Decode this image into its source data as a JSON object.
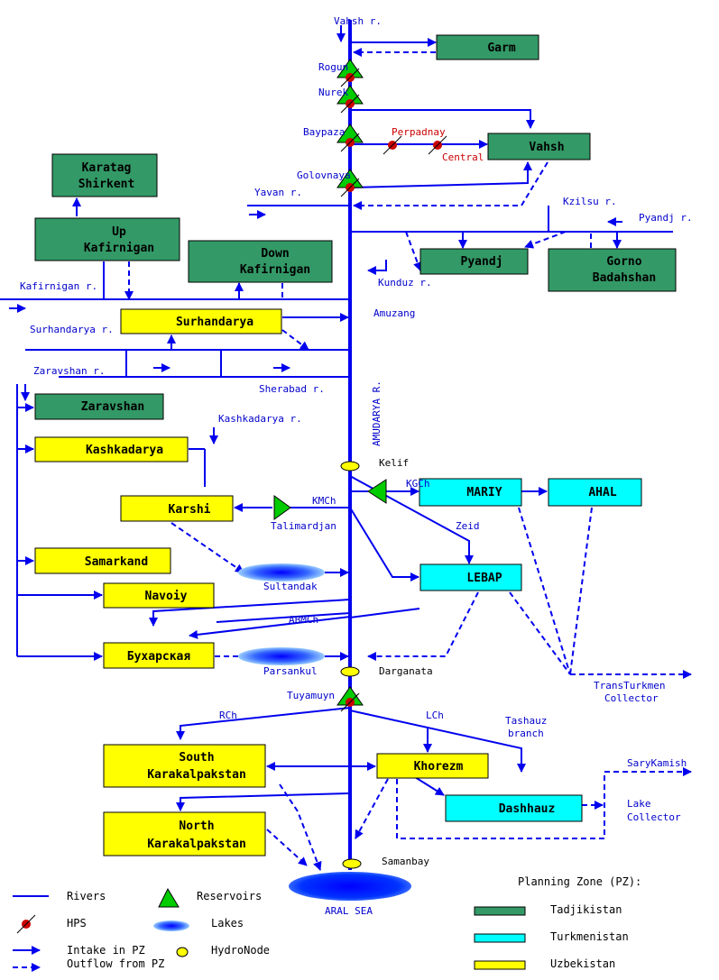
{
  "zones": {
    "garm": "Garm",
    "vahsh": "Vahsh",
    "karatag_1": "Karatag",
    "karatag_2": "Shirkent",
    "up_kaf_1": "Up",
    "up_kaf_2": "Kafirnigan",
    "down_kaf_1": "Down",
    "down_kaf_2": "Kafirnigan",
    "pyandj": "Pyandj",
    "gorno_1": "Gorno",
    "gorno_2": "Badahshan",
    "surhandarya": "Surhandarya",
    "zaravshan": "Zaravshan",
    "kashkadarya": "Kashkadarya",
    "karshi": "Karshi",
    "samarkand": "Samarkand",
    "navoiy": "Navoiy",
    "buharskaya": "Бухарская",
    "mariy": "MARIY",
    "ahal": "AHAL",
    "lebap": "LEBAP",
    "south_kk_1": "South",
    "south_kk_2": "Karakalpakstan",
    "north_kk_1": "North",
    "north_kk_2": "Karakalpakstan",
    "khorezm": "Khorezm",
    "dashhauz": "Dashhauz"
  },
  "labels": {
    "vahsh_r": "Vahsh r.",
    "rogun": "Rogun",
    "nurek": "Nurek",
    "baypaza": "Baypaza",
    "perpadnay": "Perpadnay",
    "central": "Central",
    "golovnaya": "Golovnaya",
    "yavan_r": "Yavan r.",
    "kzilsu_r": "Kzilsu r.",
    "pyandj_r": "Pyandj r.",
    "kafirnigan_r": "Kafirnigan r.",
    "kunduz_r": "Kunduz r.",
    "amuzang": "Amuzang",
    "surhandarya_r": "Surhandarya r.",
    "zaravshan_r": "Zaravshan r.",
    "sherabad_r": "Sherabad r.",
    "kashkadarya_r": "Kashkadarya r.",
    "amudarya_r": "AMUDARYA R.",
    "kelif": "Kelif",
    "kgch": "KGCh",
    "kmch": "KMCh",
    "talimardjan": "Talimardjan",
    "zeid": "Zeid",
    "sultandak": "Sultandak",
    "abmch": "ABMCh",
    "parsankul": "Parsankul",
    "darganata": "Darganata",
    "transturkmen_1": "TransTurkmen",
    "transturkmen_2": "Collector",
    "tuyamuyn": "Tuyamuyn",
    "rch": "RCh",
    "lch": "LCh",
    "tashauz_1": "Tashauz",
    "tashauz_2": "branch",
    "sarykamish": "SaryKamish",
    "lake_collector_1": "Lake",
    "lake_collector_2": "Collector",
    "samanbay": "Samanbay",
    "aral_sea": "ARAL SEA"
  },
  "legend": {
    "rivers": "Rivers",
    "reservoirs": "Reservoirs",
    "hps": "HPS",
    "lakes": "Lakes",
    "intake": "Intake in PZ",
    "hydronode": "HydroNode",
    "outflow": "Outflow from PZ",
    "pz_title": "Planning Zone (PZ):",
    "tadjikistan": "Tadjikistan",
    "turkmenistan": "Turkmenistan",
    "uzbekistan": "Uzbekistan"
  },
  "colors": {
    "tadjikistan": "#339966",
    "turkmenistan": "#00ffff",
    "uzbekistan": "#ffff00",
    "flow": "#0000ee",
    "reservoir": "#00cc00",
    "hps": "#cc0000"
  }
}
